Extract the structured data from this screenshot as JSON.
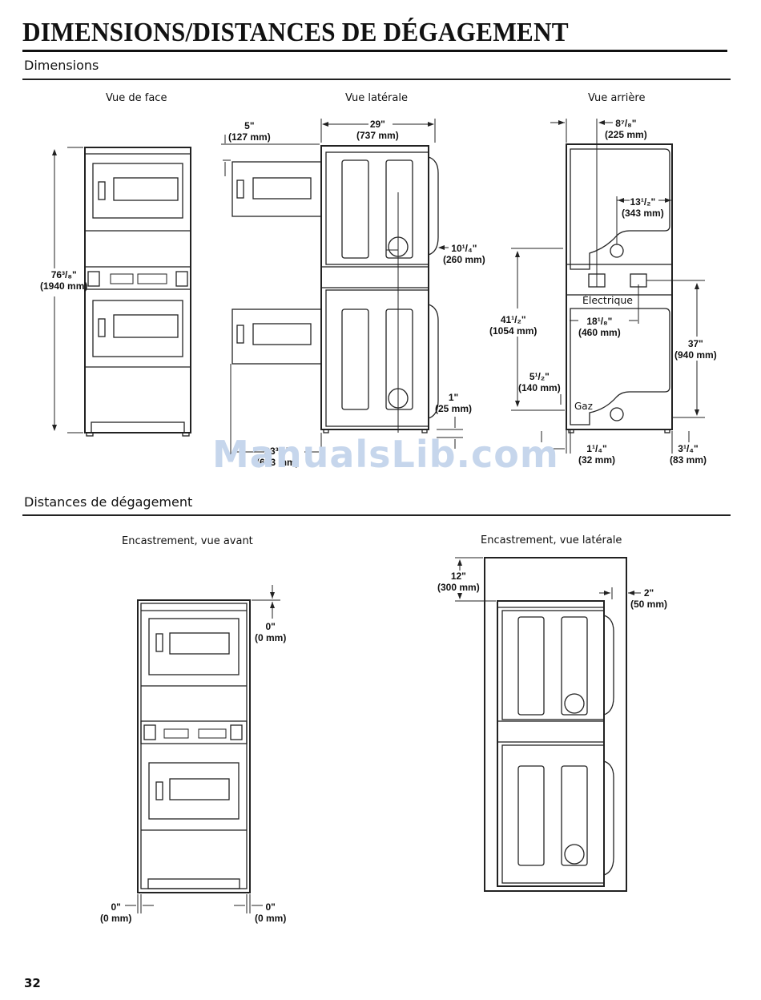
{
  "page": {
    "title": "DIMENSIONS/DISTANCES DE DÉGAGEMENT",
    "section_dimensions": "Dimensions",
    "section_clearances": "Distances de dégagement",
    "page_number": "32",
    "watermark": "ManualsLib.com"
  },
  "views": {
    "front": "Vue de face",
    "side": "Vue latérale",
    "rear": "Vue arrière",
    "recess_front": "Encastrement, vue avant",
    "recess_side": "Encastrement, vue latérale"
  },
  "dims": {
    "front_height": {
      "imperial": "76³/₈\"",
      "metric": "(1940 mm)"
    },
    "side_door_top": {
      "imperial": "5\"",
      "metric": "(127 mm)"
    },
    "side_depth": {
      "imperial": "29\"",
      "metric": "(737 mm)"
    },
    "side_vent": {
      "imperial": "10¹/₄\"",
      "metric": "(260 mm)"
    },
    "side_foot": {
      "imperial": "1\"",
      "metric": "(25 mm)"
    },
    "side_door_bottom": {
      "imperial": "23³/₄\"",
      "metric": "(603 mm)"
    },
    "rear_top": {
      "imperial": "8⁷/₈\"",
      "metric": "(225 mm)"
    },
    "rear_vent_side": {
      "imperial": "13¹/₂\"",
      "metric": "(343 mm)"
    },
    "rear_elec_height": {
      "imperial": "41¹/₂\"",
      "metric": "(1054 mm)"
    },
    "rear_elec_side": {
      "imperial": "18¹/₈\"",
      "metric": "(460 mm)"
    },
    "rear_37": {
      "imperial": "37\"",
      "metric": "(940 mm)"
    },
    "rear_gas_height": {
      "imperial": "5¹/₂\"",
      "metric": "(140 mm)"
    },
    "rear_gas_side": {
      "imperial": "1¹/₄\"",
      "metric": "(32 mm)"
    },
    "rear_right": {
      "imperial": "3¹/₄\"",
      "metric": "(83 mm)"
    },
    "recess_top": {
      "imperial": "0\"",
      "metric": "(0 mm)"
    },
    "recess_left": {
      "imperial": "0\"",
      "metric": "(0 mm)"
    },
    "recess_right": {
      "imperial": "0\"",
      "metric": "(0 mm)"
    },
    "recess_side_top": {
      "imperial": "12\"",
      "metric": "(300 mm)"
    },
    "recess_side_back": {
      "imperial": "2\"",
      "metric": "(50 mm)"
    }
  },
  "labels": {
    "electric": "Électrique",
    "gas": "Gaz"
  }
}
